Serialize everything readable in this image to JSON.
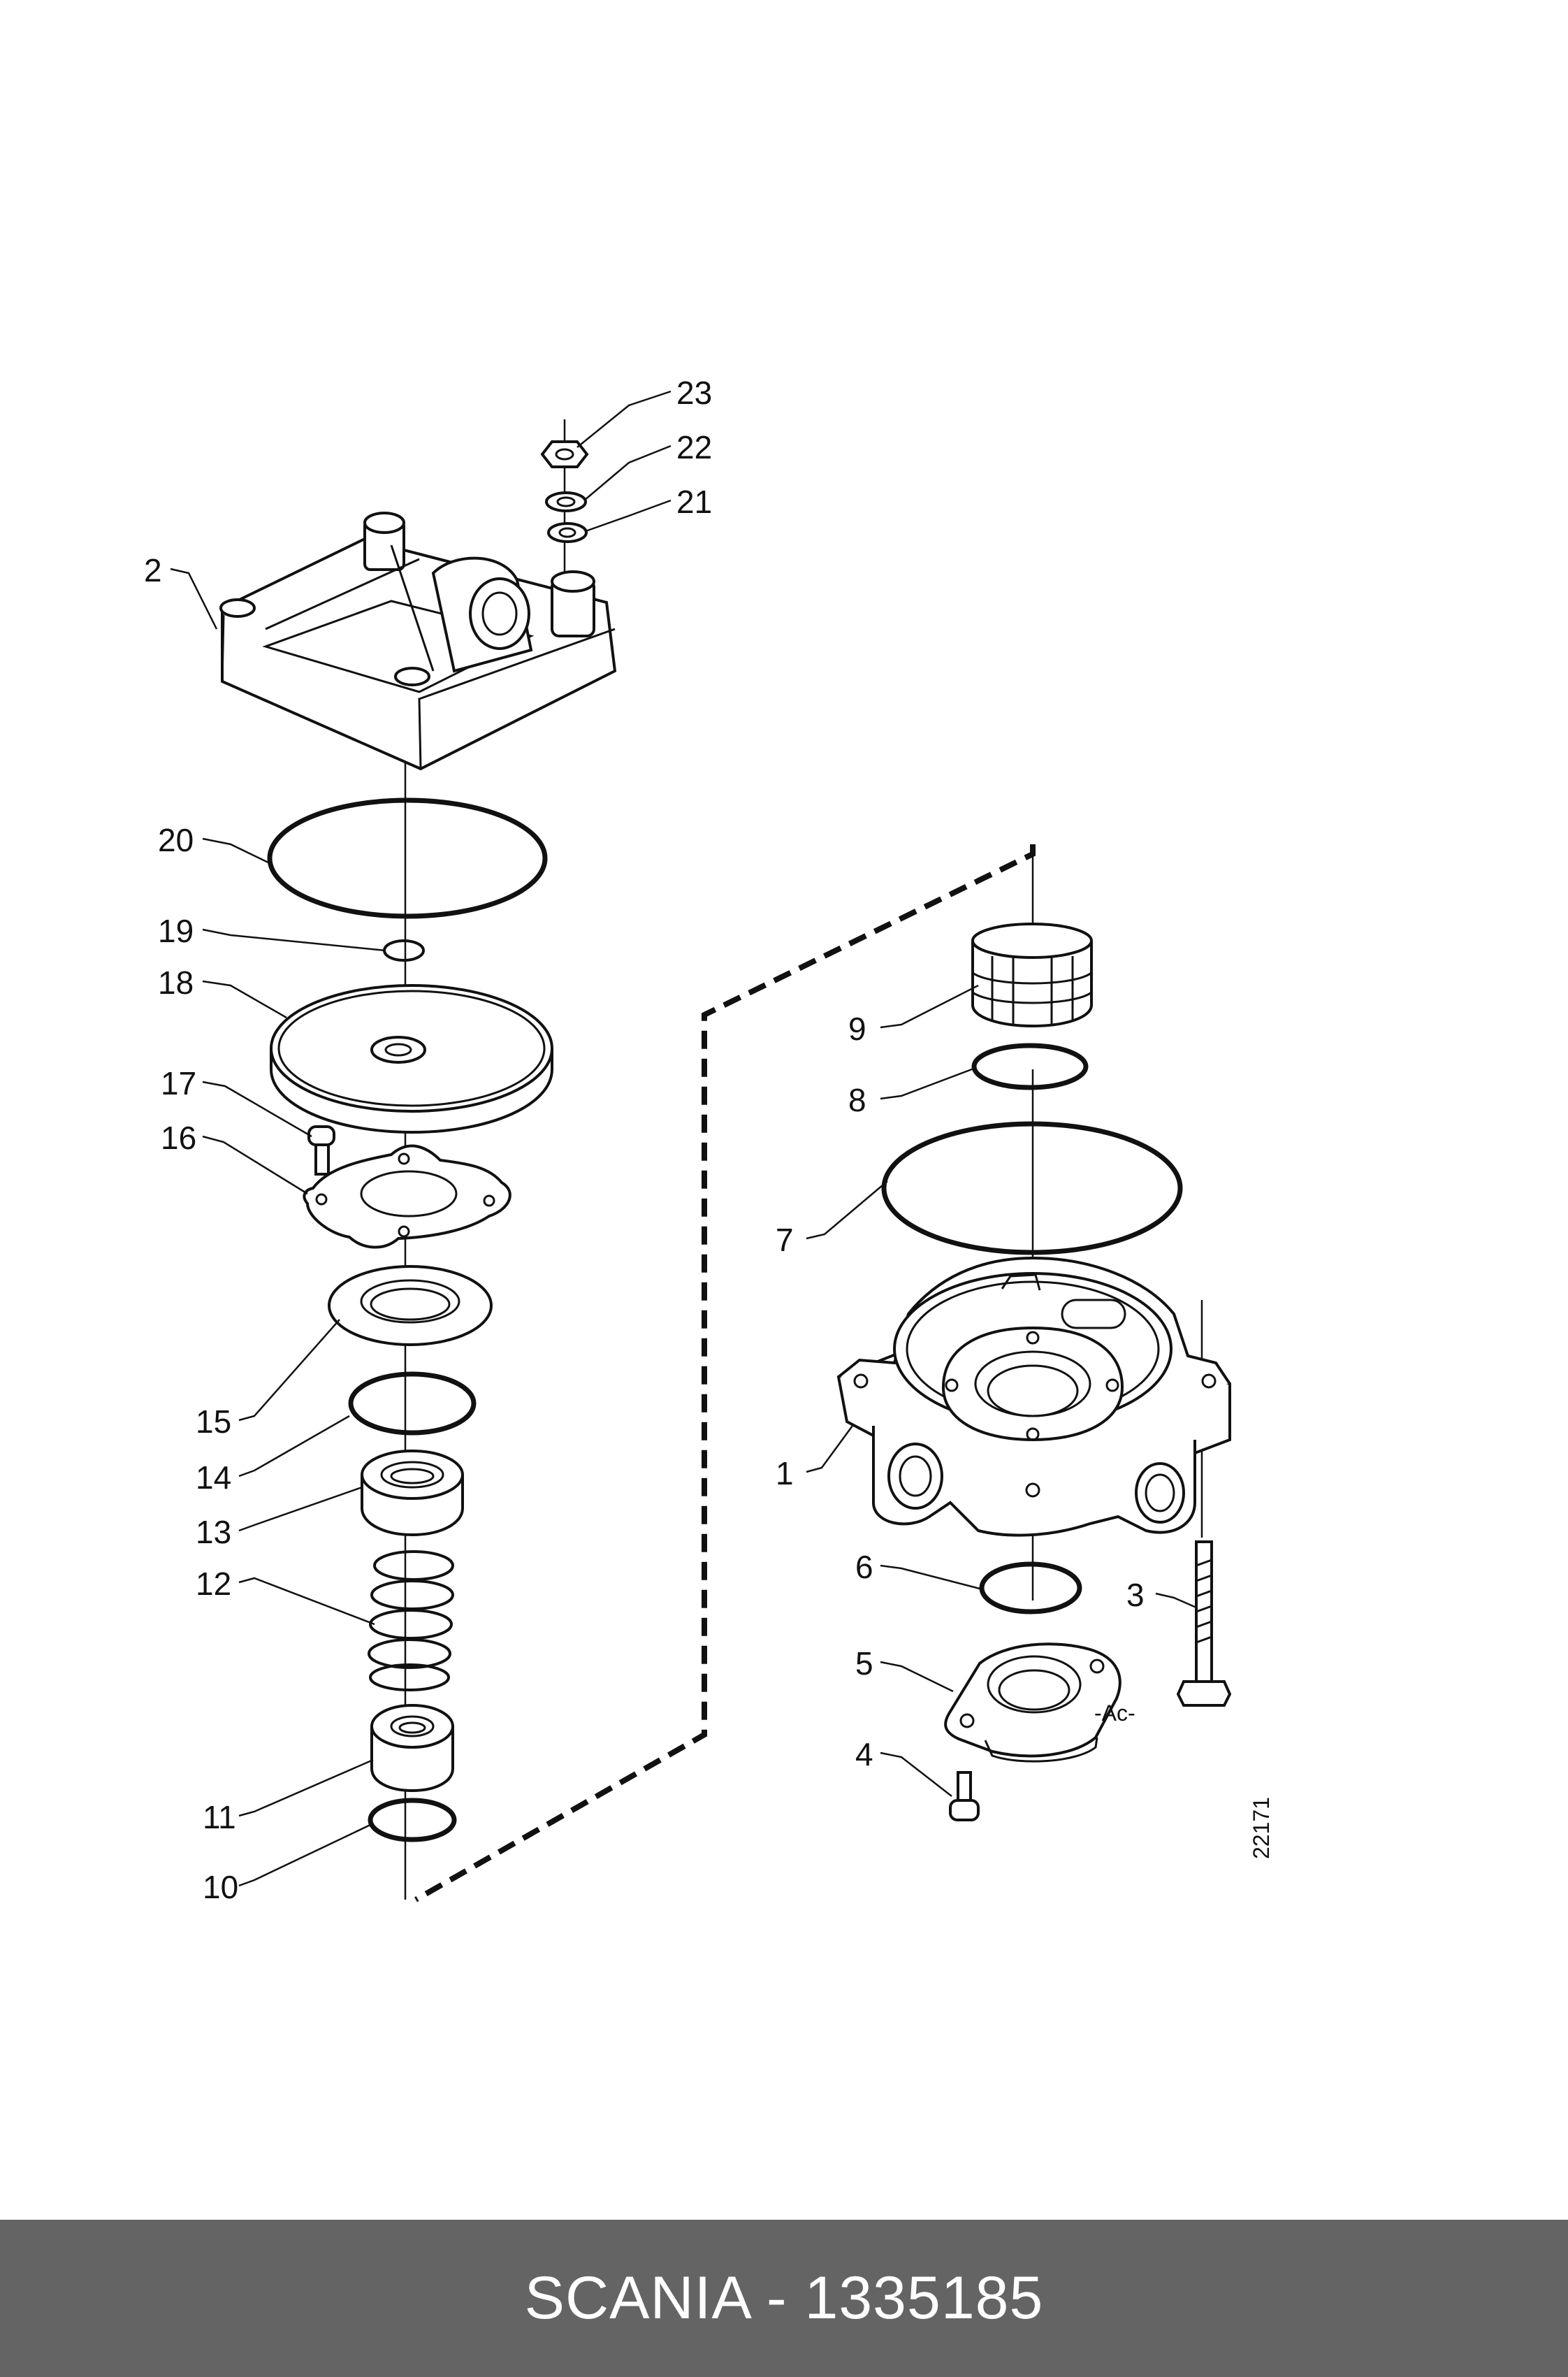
{
  "diagram": {
    "part_labels": {
      "p1": "1",
      "p2": "2",
      "p3": "3",
      "p4": "4",
      "p5": "5",
      "p6": "6",
      "p7": "7",
      "p8": "8",
      "p9": "9",
      "p10": "10",
      "p11": "11",
      "p12": "12",
      "p13": "13",
      "p14": "14",
      "p15": "15",
      "p16": "16",
      "p17": "17",
      "p18": "18",
      "p19": "19",
      "p20": "20",
      "p21": "21",
      "p22": "22",
      "p23": "23"
    },
    "drawing_number": "22171",
    "stamp": "-Ac-"
  },
  "footer": {
    "text": "SCANIA - 1335185",
    "background": "#646464",
    "text_color": "#ffffff"
  }
}
